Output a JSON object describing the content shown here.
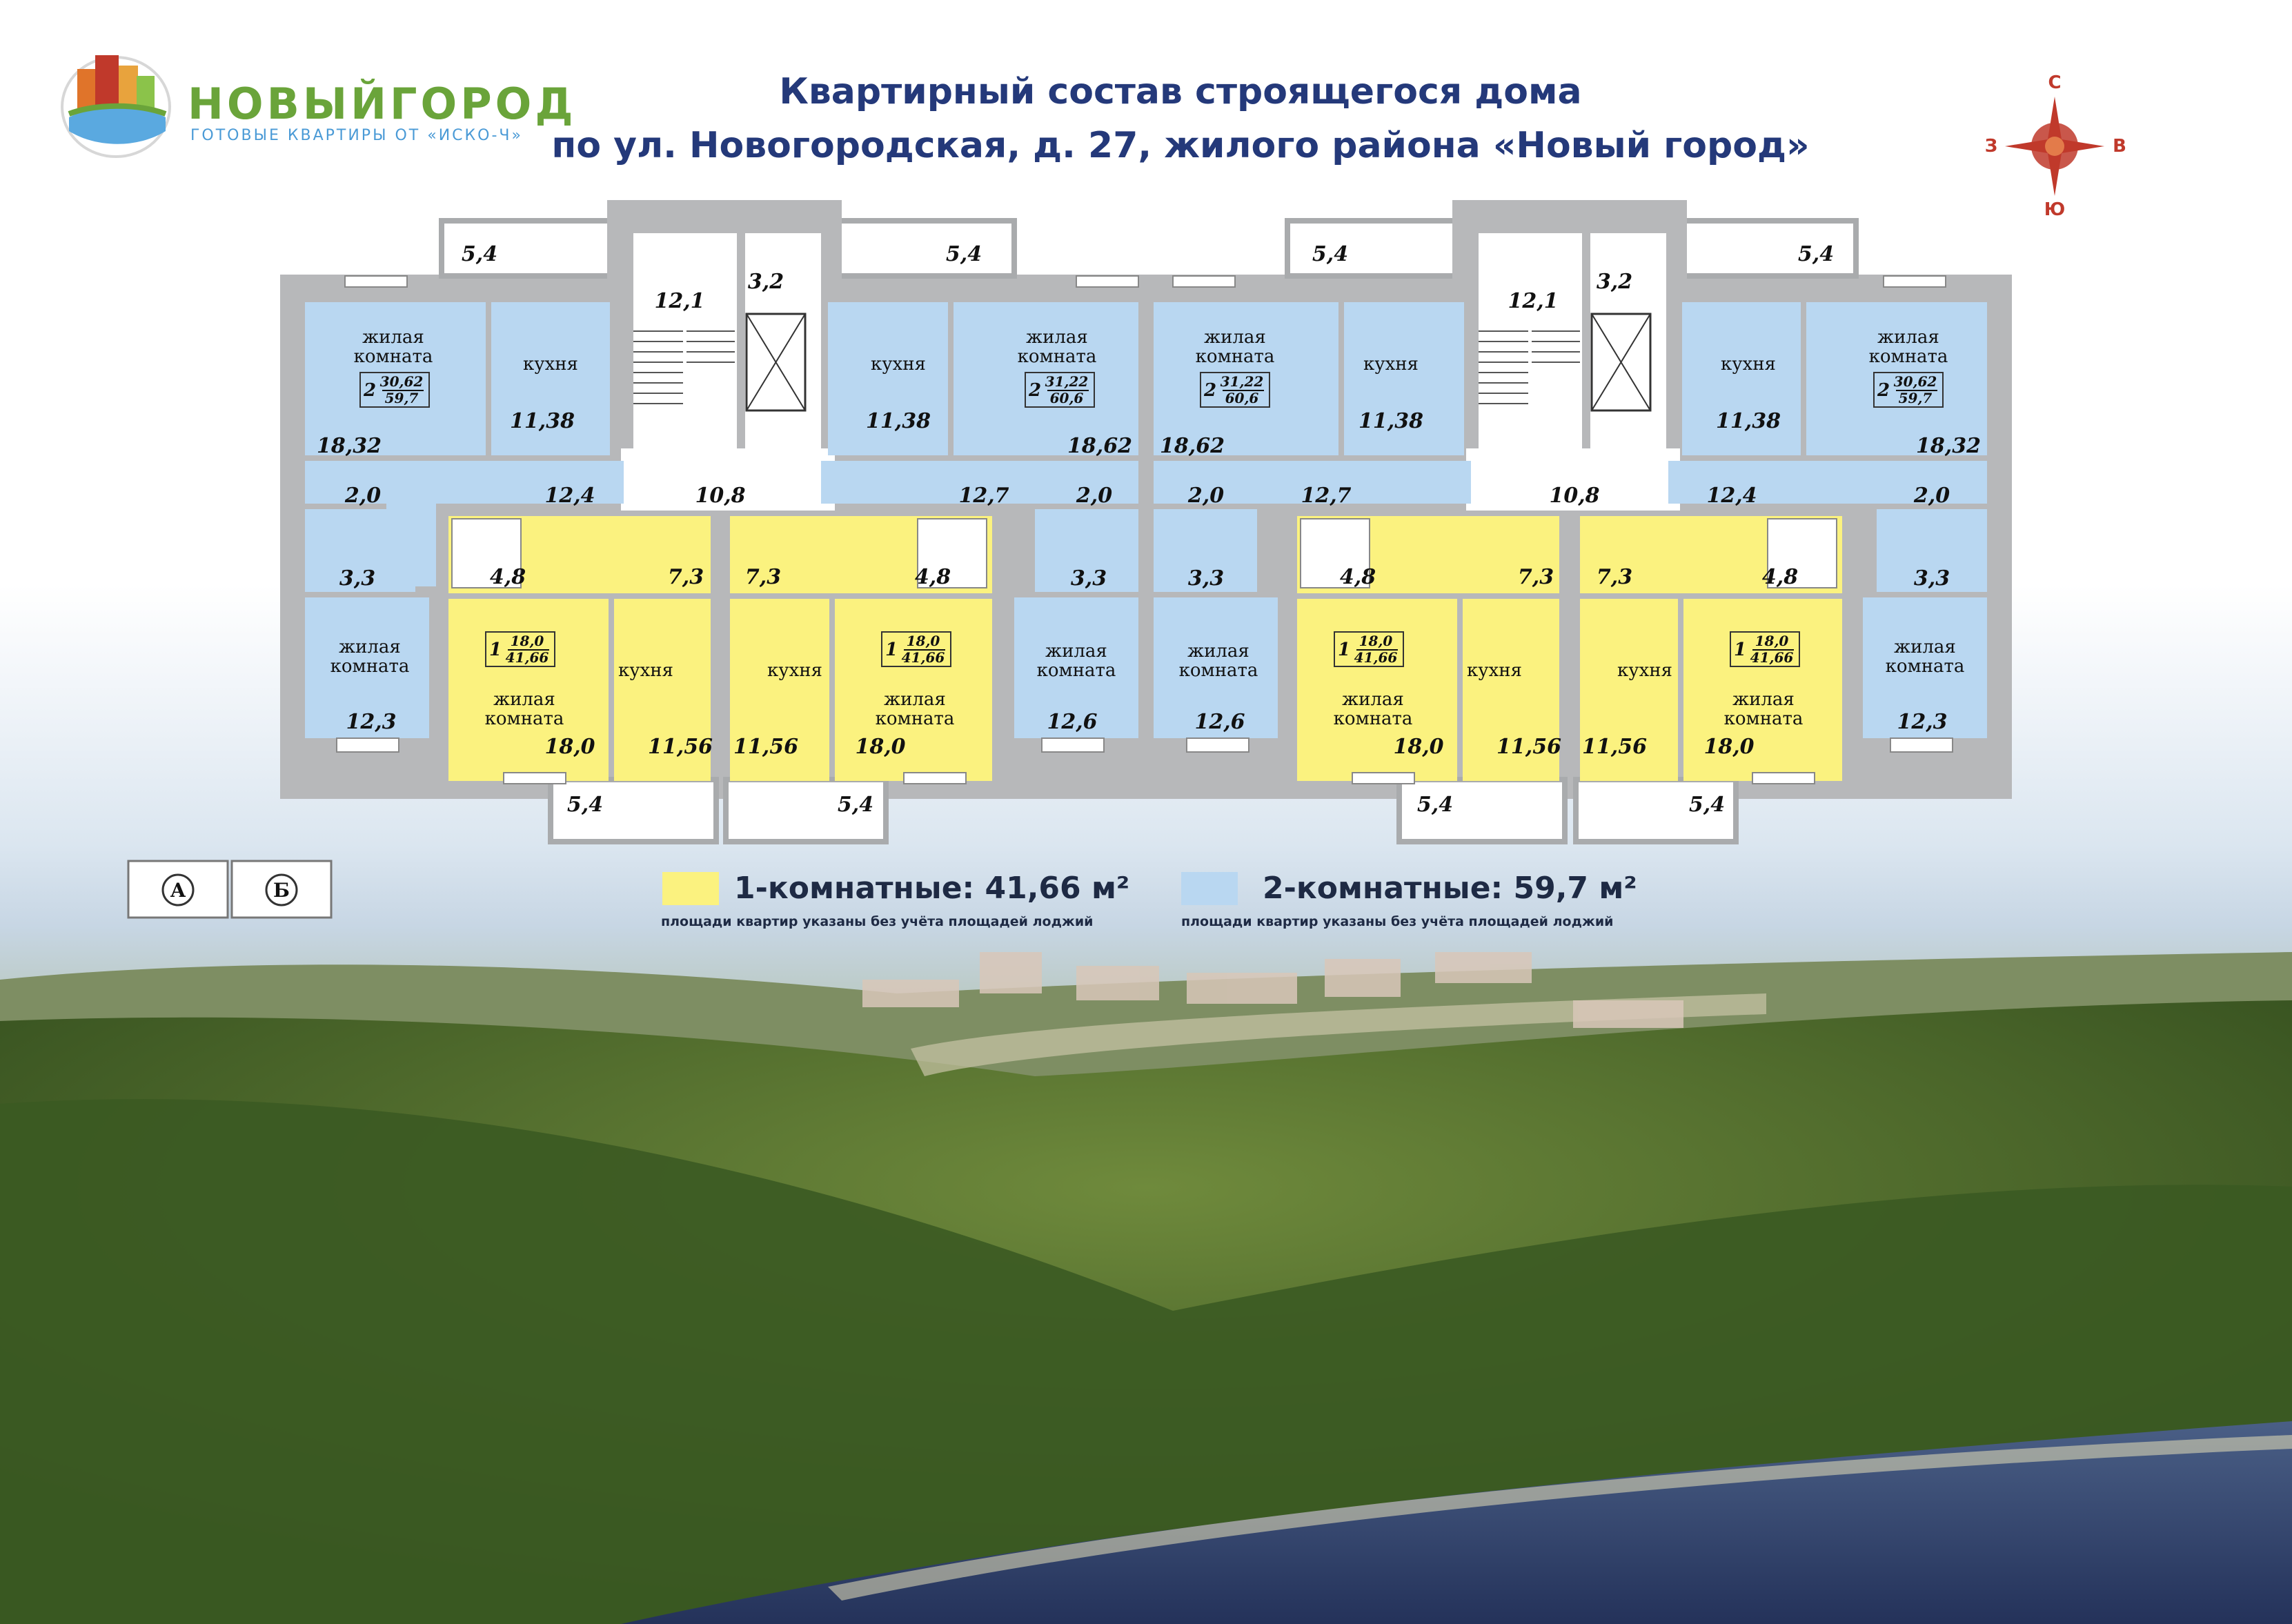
{
  "header": {
    "brand_name": "НОВЫЙГОРОД",
    "brand_tagline": "ГОТОВЫЕ КВАРТИРЫ ОТ «ИСКО-Ч»",
    "title_line1": "Квартирный состав строящегося дома",
    "title_line2": "по ул. Новогородская, д. 27, жилого района «Новый город»"
  },
  "compass": {
    "north": "С",
    "south": "Ю",
    "west": "З",
    "east": "В"
  },
  "sections": {
    "a": "А",
    "b": "Б"
  },
  "colors": {
    "one_room": "#fbf27f",
    "two_room": "#b9d7f1",
    "wall": "#b7b8ba",
    "title": "#24397a",
    "compass": "#c0392b"
  },
  "legend": {
    "one_room_label": "1-комнатные: 41,66 м²",
    "two_room_label": "2-комнатные: 59,7 м²",
    "note": "площади квартир указаны без учёта площадей лоджий"
  },
  "room_labels": {
    "living": "жилая\nкомната",
    "kitchen": "кухня"
  },
  "plan": {
    "loggias": [
      "5,4",
      "5,4",
      "5,4",
      "5,4",
      "5,4",
      "5,4",
      "5,4",
      "5,4"
    ],
    "stair": [
      "12,1",
      "12,1"
    ],
    "lift": [
      "3,2",
      "3,2"
    ],
    "hall": [
      "10,8",
      "10,8"
    ],
    "two_room_flats": [
      {
        "rooms": "2",
        "living": "30,62",
        "total": "59,7",
        "room1": "18,32",
        "kitchen": "11,38",
        "corridor": "12,4",
        "wc": "2,0",
        "bath": "3,3",
        "room2": "12,3"
      },
      {
        "rooms": "2",
        "living": "31,22",
        "total": "60,6",
        "room1": "18,62",
        "kitchen": "11,38",
        "corridor": "12,7",
        "wc": "2,0",
        "bath": "3,3",
        "room2": "12,6"
      },
      {
        "rooms": "2",
        "living": "31,22",
        "total": "60,6",
        "room1": "18,62",
        "kitchen": "11,38",
        "corridor": "12,7",
        "wc": "2,0",
        "bath": "3,3",
        "room2": "12,6"
      },
      {
        "rooms": "2",
        "living": "30,62",
        "total": "59,7",
        "room1": "18,32",
        "kitchen": "11,38",
        "corridor": "12,4",
        "wc": "2,0",
        "bath": "3,3",
        "room2": "12,3"
      }
    ],
    "one_room_flats": [
      {
        "rooms": "1",
        "living": "18,0",
        "total": "41,66",
        "room": "18,0",
        "kitchen": "11,56",
        "hall": "7,3",
        "bath": "4,8"
      },
      {
        "rooms": "1",
        "living": "18,0",
        "total": "41,66",
        "room": "18,0",
        "kitchen": "11,56",
        "hall": "7,3",
        "bath": "4,8"
      },
      {
        "rooms": "1",
        "living": "18,0",
        "total": "41,66",
        "room": "18,0",
        "kitchen": "11,56",
        "hall": "7,3",
        "bath": "4,8"
      },
      {
        "rooms": "1",
        "living": "18,0",
        "total": "41,66",
        "room": "18,0",
        "kitchen": "11,56",
        "hall": "7,3",
        "bath": "4,8"
      }
    ]
  }
}
